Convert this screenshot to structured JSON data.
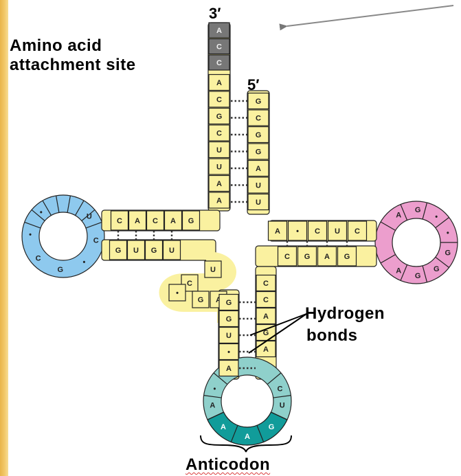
{
  "labels": {
    "amino_line1": "Amino acid",
    "amino_line2": "attachment site",
    "three_prime": "3′",
    "five_prime": "5′",
    "hydrogen_line1": "Hydrogen",
    "hydrogen_line2": "bonds",
    "anticodon": "Anticodon"
  },
  "colors": {
    "yellow": "#faf1a0",
    "gray": "#777777",
    "blue": "#8ec9ee",
    "pink": "#ec9ecd",
    "teal_light": "#8fd0cb",
    "teal_dark": "#119c9a",
    "stripe": "#efc25a"
  },
  "strands": {
    "tail_3prime": [
      "A",
      "C",
      "C"
    ],
    "acceptor_left": [
      "A",
      "C",
      "G",
      "C",
      "U",
      "U",
      "A",
      "A"
    ],
    "acceptor_right": [
      "G",
      "C",
      "G",
      "G",
      "A",
      "U",
      "U"
    ],
    "d_arm_top": [
      "C",
      "A",
      "C",
      "A",
      "G"
    ],
    "d_arm_bottom": [
      "G",
      "U",
      "G",
      "U"
    ],
    "d_loop": [
      "U",
      "C",
      "•",
      "G",
      "C",
      "•",
      "•"
    ],
    "t_arm_top": [
      "A",
      "•",
      "C",
      "U",
      "C"
    ],
    "t_arm_bottom": [
      "C",
      "G",
      "A",
      "G"
    ],
    "t_loop": [
      "A",
      "G",
      "•",
      "•",
      "G",
      "G",
      "G",
      "A"
    ],
    "variable_loop": [
      "U",
      "C",
      "•",
      "G",
      "A"
    ],
    "anticodon_left": [
      "G",
      "G",
      "U",
      "•",
      "A"
    ],
    "anticodon_right": [
      "C",
      "C",
      "A",
      "G",
      "A"
    ],
    "anticodon_loop_side": [
      "A",
      "•",
      "C",
      "U"
    ],
    "anticodon": [
      "A",
      "A",
      "G"
    ]
  }
}
